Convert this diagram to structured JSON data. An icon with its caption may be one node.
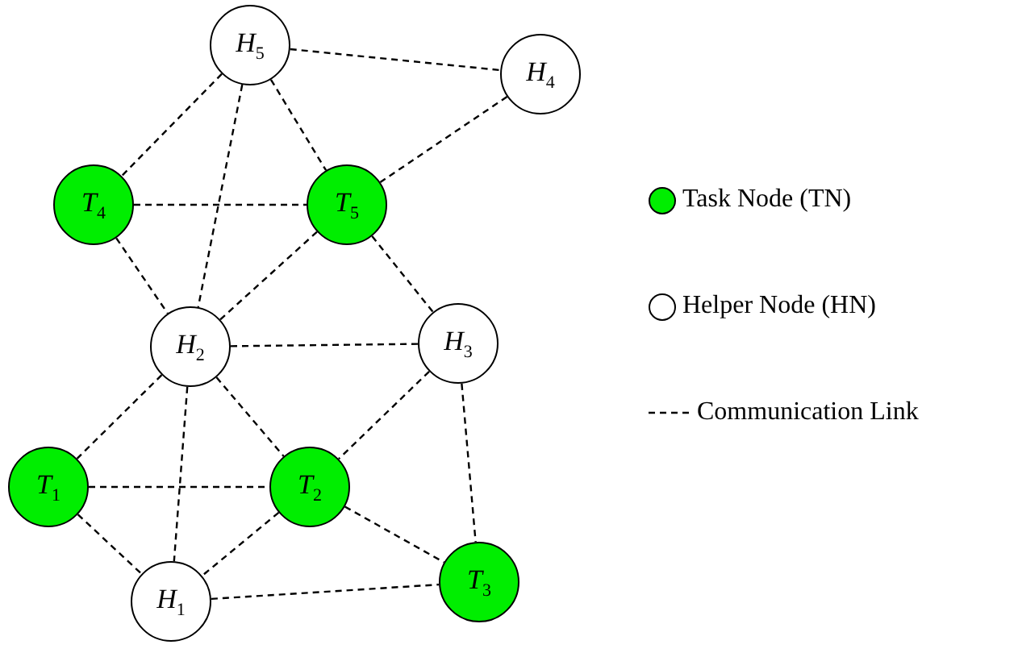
{
  "diagram": {
    "nodes": [
      {
        "text": [
          "H$_{5}$"
        ]
      },
      {
        "text": [
          "H$_{4}$"
        ]
      },
      {
        "text": [
          "T$_{4}$"
        ]
      },
      {
        "text": [
          "T$_{5}$"
        ]
      },
      {
        "text": [
          "H$_{2}$"
        ]
      },
      {
        "text": [
          "H$_{3}$"
        ]
      },
      {
        "text": [
          "T$_{1}$"
        ]
      },
      {
        "text": [
          "T$_{2}$"
        ]
      },
      {
        "text": [
          "H$_{1}$"
        ]
      },
      {
        "text": [
          "T$_{3}$"
        ]
      }
    ],
    "edges": [
      {
        "from": 0,
        "to": 1,
        "arrow": "none",
        "style": "dashed"
      },
      {
        "from": 0,
        "to": 2,
        "arrow": "none",
        "style": "dashed"
      },
      {
        "from": 0,
        "to": 3,
        "arrow": "none",
        "style": "dashed"
      },
      {
        "from": 0,
        "to": 4,
        "arrow": "none",
        "style": "dashed"
      },
      {
        "from": 1,
        "to": 3,
        "arrow": "none",
        "style": "dashed"
      },
      {
        "from": 2,
        "to": 3,
        "arrow": "none",
        "style": "dashed"
      },
      {
        "from": 2,
        "to": 4,
        "arrow": "none",
        "style": "dashed"
      },
      {
        "from": 3,
        "to": 4,
        "arrow": "none",
        "style": "dashed"
      },
      {
        "from": 3,
        "to": 5,
        "arrow": "none",
        "style": "dashed"
      },
      {
        "from": 4,
        "to": 5,
        "arrow": "none",
        "style": "dashed"
      },
      {
        "from": 4,
        "to": 6,
        "arrow": "none",
        "style": "dashed"
      },
      {
        "from": 4,
        "to": 7,
        "arrow": "none",
        "style": "dashed"
      },
      {
        "from": 4,
        "to": 8,
        "arrow": "none",
        "style": "dashed"
      },
      {
        "from": 5,
        "to": 7,
        "arrow": "none",
        "style": "dashed"
      },
      {
        "from": 5,
        "to": 9,
        "arrow": "none",
        "style": "dashed"
      },
      {
        "from": 6,
        "to": 7,
        "arrow": "none",
        "style": "dashed"
      },
      {
        "from": 6,
        "to": 8,
        "arrow": "none",
        "style": "dashed"
      },
      {
        "from": 7,
        "to": 8,
        "arrow": "none",
        "style": "dashed"
      },
      {
        "from": 7,
        "to": 9,
        "arrow": "none",
        "style": "dashed"
      },
      {
        "from": 8,
        "to": 9,
        "arrow": "none",
        "style": "dashed"
      }
    ],
    "legend": [
      {
        "text": "Task Node (TN)",
        "color": "#00ee00"
      },
      {
        "text": "Helper Node (HN)",
        "color": "#ffffff"
      },
      {
        "text": "Communication Link"
      }
    ]
  }
}
